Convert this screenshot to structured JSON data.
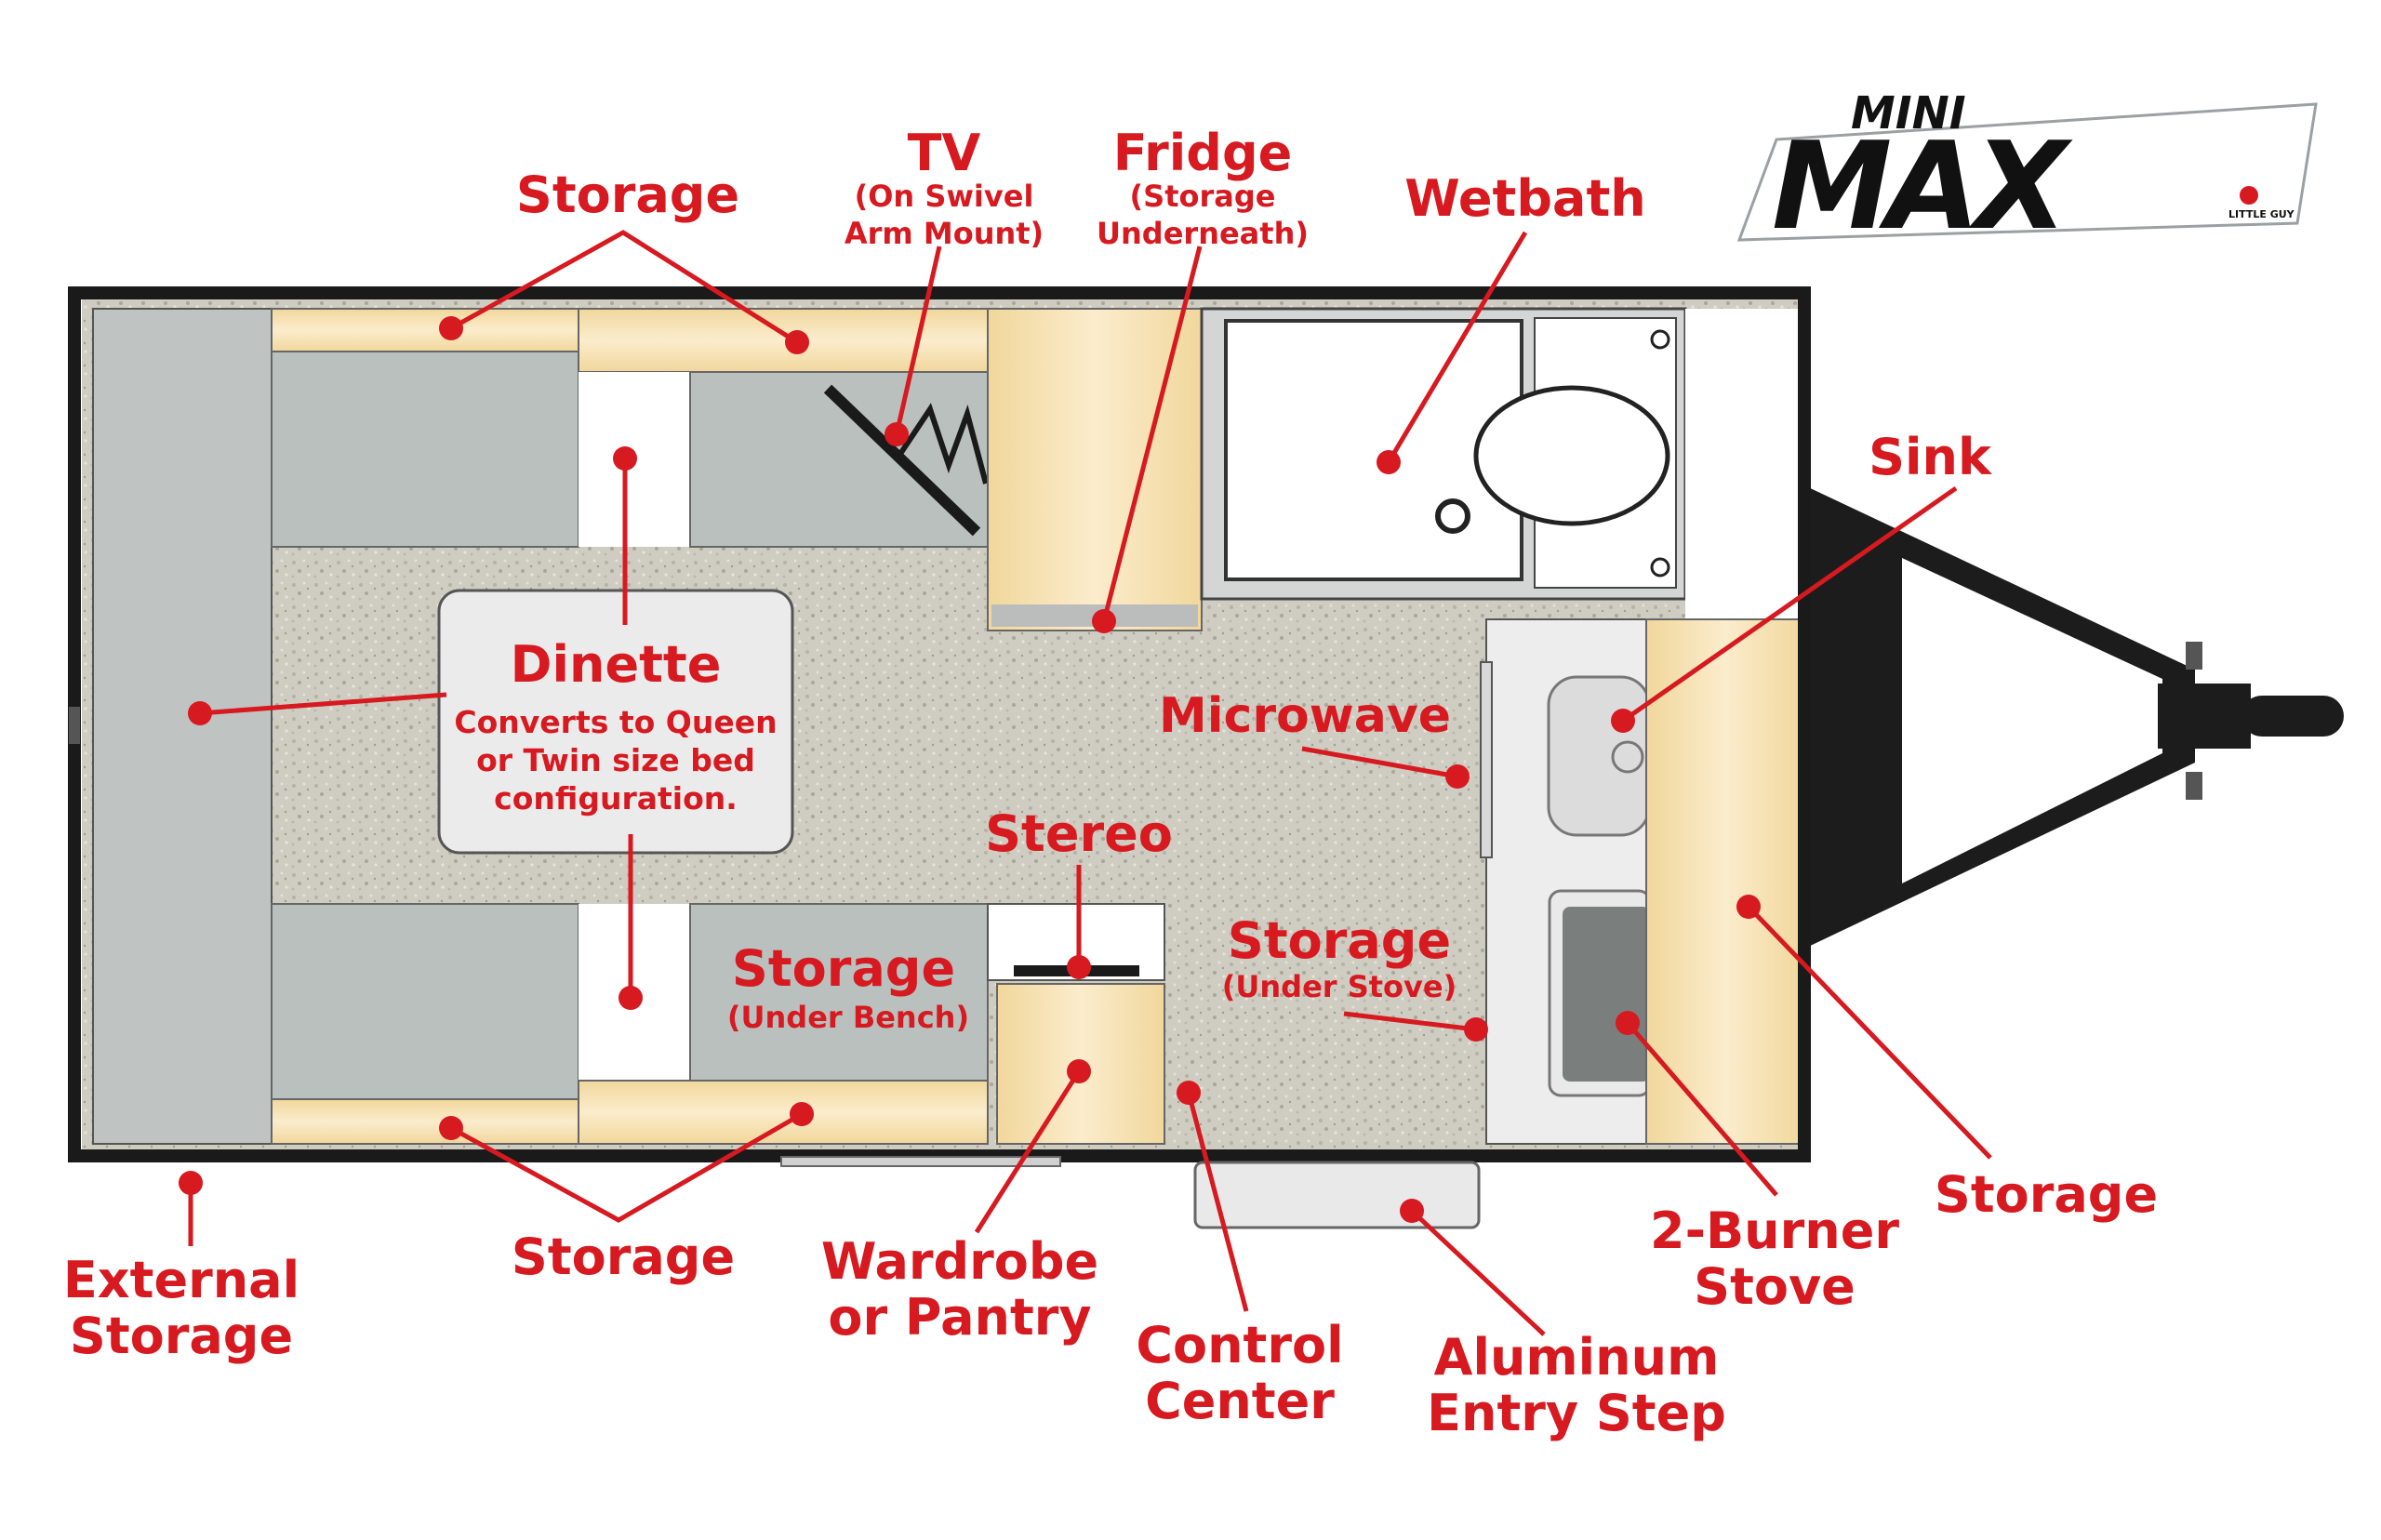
{
  "logo": {
    "text_top": "MINI",
    "text_main": "MAX",
    "badge": "LITTLE GUY"
  },
  "colors": {
    "accent": "#d71920",
    "wall": "#1a1a1a",
    "floor": "#c9c6ba",
    "cushion": "#b9c0be",
    "wood": "#f4dfae",
    "end_bed": "#bfc4c2"
  },
  "labels": {
    "storage_top": "Storage",
    "tv": "TV",
    "tv_sub1": "(On Swivel",
    "tv_sub2": "Arm Mount)",
    "fridge": "Fridge",
    "fridge_sub1": "(Storage",
    "fridge_sub2": "Underneath)",
    "wetbath": "Wetbath",
    "sink": "Sink",
    "dinette": "Dinette",
    "dinette_sub1": "Converts to Queen",
    "dinette_sub2": "or Twin size bed",
    "dinette_sub3": "configuration.",
    "microwave": "Microwave",
    "stereo": "Stereo",
    "storage_bench": "Storage",
    "storage_bench_sub": "(Under Bench)",
    "storage_stove": "Storage",
    "storage_stove_sub": "(Under Stove)",
    "storage_right": "Storage",
    "external1": "External",
    "external2": "Storage",
    "storage_bottom": "Storage",
    "wardrobe1": "Wardrobe",
    "wardrobe2": "or Pantry",
    "control1": "Control",
    "control2": "Center",
    "step1": "Aluminum",
    "step2": "Entry Step",
    "stove1": "2-Burner",
    "stove2": "Stove"
  }
}
